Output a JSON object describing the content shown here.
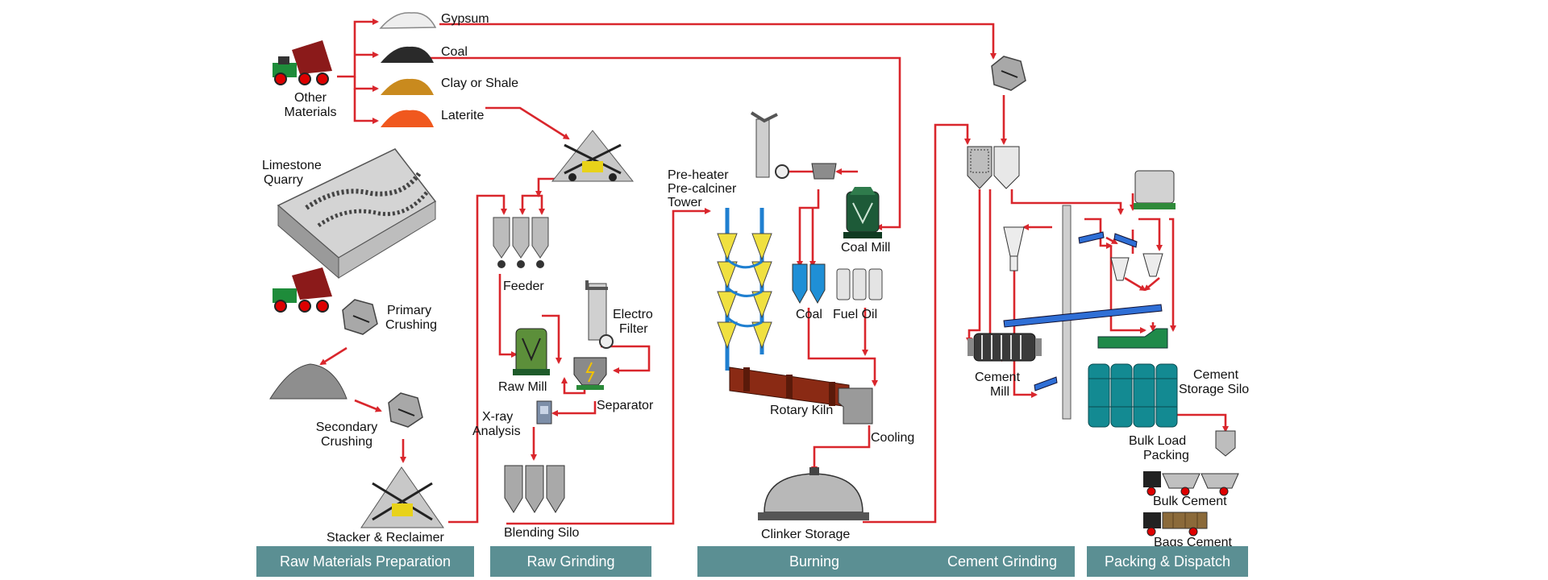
{
  "materials": {
    "gypsum": "Gypsum",
    "coal": "Coal",
    "clay": "Clay or Shale",
    "laterite": "Laterite",
    "other_1": "Other",
    "other_2": "Materials"
  },
  "raw_prep": {
    "quarry_1": "Limestone",
    "quarry_2": "Quarry",
    "primary_1": "Primary",
    "primary_2": "Crushing",
    "secondary_1": "Secondary",
    "secondary_2": "Crushing",
    "stacker": "Stacker & Reclaimer"
  },
  "raw_grinding": {
    "feeder": "Feeder",
    "electro_1": "Electro",
    "electro_2": "Filter",
    "raw_mill": "Raw Mill",
    "separator": "Separator",
    "xray_1": "X-ray",
    "xray_2": "Analysis",
    "blending": "Blending Silo"
  },
  "burning": {
    "preheater_1": "Pre-heater",
    "preheater_2": "Pre-calciner",
    "preheater_3": "Tower",
    "coal_mill": "Coal Mill",
    "coal": "Coal",
    "fuel_oil": "Fuel Oil",
    "kiln": "Rotary Kiln",
    "cooling": "Cooling",
    "clinker": "Clinker Storage"
  },
  "cement": {
    "mill_1": "Cement",
    "mill_2": "Mill",
    "silo_1": "Cement",
    "silo_2": "Storage Silo",
    "bulk_load_1": "Bulk Load",
    "bulk_load_2": "Packing",
    "bulk_cement": "Bulk Cement",
    "bags_cement": "Bags Cement"
  },
  "stages": [
    {
      "label": "Raw Materials Preparation"
    },
    {
      "label": "Raw Grinding"
    },
    {
      "label": "Burning"
    },
    {
      "label": "Cement Grinding"
    },
    {
      "label": "Packing & Dispatch"
    }
  ],
  "colors": {
    "flow_line": "#d9262c",
    "stage_bar": "#5b8f93",
    "silo_teal": "#138a92",
    "coal_silo_blue": "#1f8fd6",
    "kiln_brown": "#8a2a14",
    "mill_green": "#2a6a3a",
    "laterite_orange": "#f0581e",
    "clay_ochre": "#c98a1e"
  }
}
